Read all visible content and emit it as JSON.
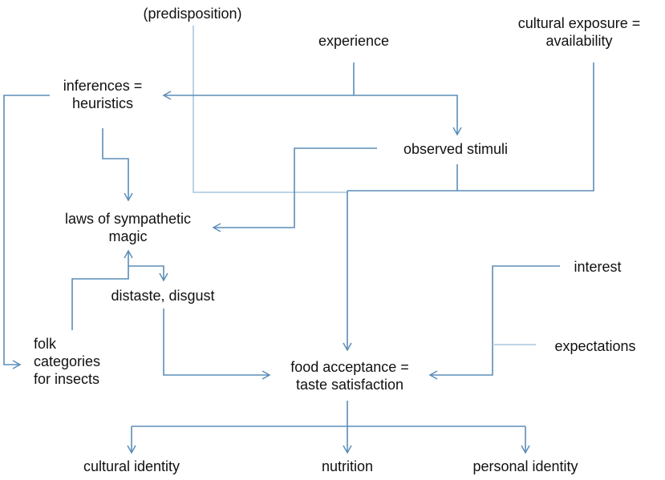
{
  "nodes": {
    "predisposition": [
      "(predisposition)"
    ],
    "experience": [
      "experience"
    ],
    "cultural_exposure": [
      "cultural exposure =",
      "availability"
    ],
    "inferences": [
      "inferences =",
      "heuristics"
    ],
    "observed_stimuli": [
      "observed stimuli"
    ],
    "sympathetic_magic": [
      "laws of sympathetic",
      "magic"
    ],
    "interest": [
      "interest"
    ],
    "distaste": [
      "distaste, disgust"
    ],
    "folk_categories": [
      "folk",
      "categories",
      "for insects"
    ],
    "expectations": [
      "expectations"
    ],
    "food_acceptance": [
      "food acceptance =",
      "taste satisfaction"
    ],
    "cultural_identity": [
      "cultural identity"
    ],
    "nutrition": [
      "nutrition"
    ],
    "personal_identity": [
      "personal identity"
    ]
  },
  "colors": {
    "arrow": "#5b8db8",
    "arrow_light": "#a9c6de",
    "text": "#111111"
  }
}
